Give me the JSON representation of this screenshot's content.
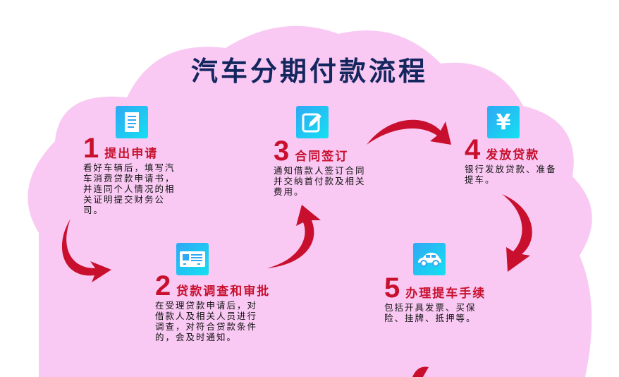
{
  "title": "汽车分期付款流程",
  "colors": {
    "background": "#f9c9f3",
    "title": "#14265e",
    "accent": "#c8102e",
    "icon": "#2fa8f5"
  },
  "steps": [
    {
      "num": "1",
      "label": "提出申请",
      "icon": "document-icon",
      "desc": "看好车辆后，填写汽车消费贷款申请书，并连同个人情况的相关证明提交财务公司。"
    },
    {
      "num": "2",
      "label": "贷款调查和审批",
      "icon": "id-card-icon",
      "desc": "在受理贷款申请后，对借款人及相关人员进行调查，对符合贷款条件的，会及时通知。"
    },
    {
      "num": "3",
      "label": "合同签订",
      "icon": "edit-icon",
      "desc": "通知借款人签订合同并交纳首付款及相关费用。"
    },
    {
      "num": "4",
      "label": "发放贷款",
      "icon": "yuan-icon",
      "desc": "银行发放贷款、准备提车。"
    },
    {
      "num": "5",
      "label": "办理提车手续",
      "icon": "car-icon",
      "desc": "包括开具发票、买保险、挂牌、抵押等。"
    }
  ]
}
